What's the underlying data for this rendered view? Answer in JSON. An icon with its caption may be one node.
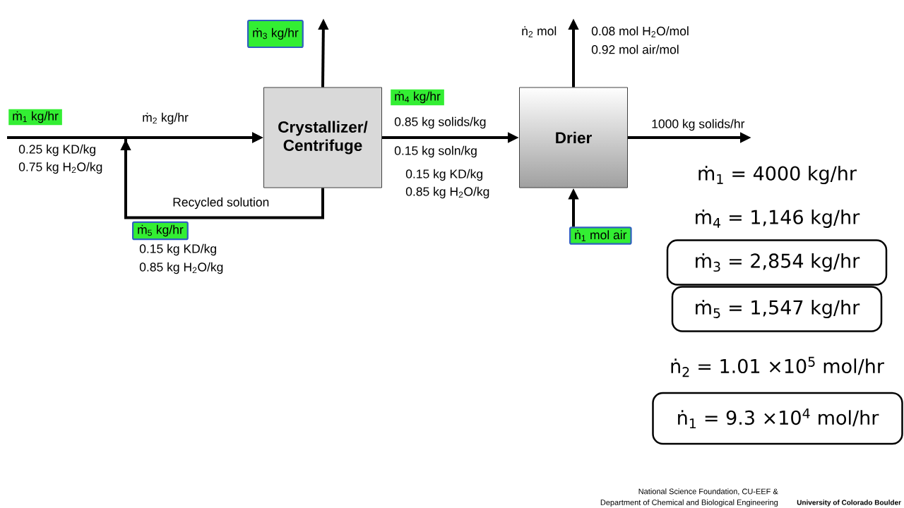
{
  "diagram": {
    "nodes": [
      {
        "text": [
          "ṁ$_{1}$ kg/hr"
        ]
      },
      {
        "text": [
          "Crystallizer/ Centrifuge"
        ]
      },
      {
        "text": [
          "ṁ$_{3}$ kg/hr"
        ]
      },
      {
        "text": [
          "ṁ$_{4}$ kg/hr"
        ]
      },
      {
        "text": [
          "Drier"
        ]
      },
      {
        "text": [
          "ṁ$_{5}$ kg/hr"
        ]
      },
      {
        "text": [
          "ṅ$_{1}$ mol air"
        ]
      },
      {
        "text": [
          "ṁ$_{3}$ = 2,854 kg/hr"
        ]
      },
      {
        "text": [
          "ṁ$_{5}$ = 1,547 kg/hr"
        ]
      },
      {
        "text": [
          "ṅ$_{1}$ = 9.3 ×10$^{4}$ mol/hr"
        ]
      }
    ],
    "edges": [
      {
        "from": null,
        "to": 1,
        "arrow": "to"
      },
      {
        "from": 1,
        "to": 1,
        "arrow": "to"
      },
      {
        "from": 1,
        "to": null,
        "arrow": "to"
      },
      {
        "from": 1,
        "to": 4,
        "arrow": "to"
      },
      {
        "from": 4,
        "to": null,
        "arrow": "to"
      },
      {
        "from": 4,
        "to": null,
        "arrow": "to",
        "label": "1000 kg solids/hr"
      },
      {
        "from": 6,
        "to": 4,
        "arrow": "to"
      }
    ],
    "labels": [
      "ṅ$_{2}$ mol",
      "0.08 mol H$_{2}$O/mol",
      "0.92 mol air/mol",
      "ṁ$_{2}$ kg/hr",
      "0.85 kg solids/kg",
      "0.25 kg KD/kg",
      "0.15 kg soln/kg",
      "0.75 kg H$_{2}$O/kg",
      "0.15 kg KD/kg",
      "0.85 kg H$_{2}$O/kg",
      "Recycled solution",
      "0.15 kg KD/kg",
      "0.85 kg H$_{2}$O/kg",
      "ṁ$_{1}$ = 4000 kg/hr",
      "ṁ$_{4}$ = 1,146 kg/hr",
      "ṅ$_{2}$ = 1.01 ×10$^{5}$ mol/hr",
      "National Science Foundation, CU-EEF &",
      "Department of Chemical and Biological Engineering",
      "University of Colorado Boulder"
    ]
  }
}
